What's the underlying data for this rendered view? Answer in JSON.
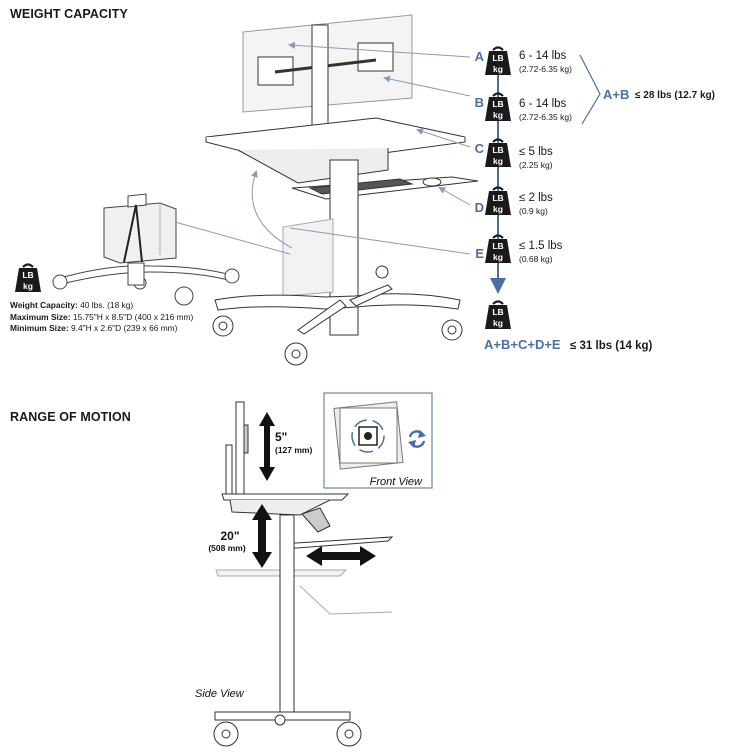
{
  "weight_capacity": {
    "title": "WEIGHT CAPACITY",
    "weight_icon": {
      "top": "LB",
      "bottom": "kg"
    },
    "items": [
      {
        "letter": "A",
        "lbs": "6 - 14 lbs",
        "kg": "(2.72-6.35 kg)"
      },
      {
        "letter": "B",
        "lbs": "6 - 14 lbs",
        "kg": "(2.72-6.35 kg)"
      },
      {
        "letter": "C",
        "lbs": "≤ 5 lbs",
        "kg": "(2.25 kg)"
      },
      {
        "letter": "D",
        "lbs": "≤ 2 lbs",
        "kg": "(0.9 kg)"
      },
      {
        "letter": "E",
        "lbs": "≤ 1.5 lbs",
        "kg": "(0.68 kg)"
      }
    ],
    "ab_total": {
      "label": "A+B",
      "value": "≤ 28 lbs (12.7 kg)"
    },
    "total": {
      "label": "A+B+C+D+E",
      "value": "≤ 31 lbs (14 kg)"
    },
    "cpu_holder_specs": [
      {
        "label": "Weight Capacity:",
        "value": "40 lbs. (18 kg)"
      },
      {
        "label": "Maximum Size:",
        "value": "15.75\"H x 8.5\"D (400 x 216 mm)"
      },
      {
        "label": "Minimum Size:",
        "value": "9.4\"H x 2.6\"D (239 x 66 mm)"
      }
    ],
    "colors": {
      "accent": "#4a6fa5",
      "icon": "#1a1a1a"
    }
  },
  "range_of_motion": {
    "title": "RANGE OF MOTION",
    "monitor_lift": {
      "inches": "5\"",
      "mm": "(127 mm)"
    },
    "height_adjust": {
      "inches": "20\"",
      "mm": "(508 mm)"
    },
    "front_view_label": "Front View",
    "side_view_label": "Side View",
    "icons": [
      "rotate-icon"
    ]
  }
}
